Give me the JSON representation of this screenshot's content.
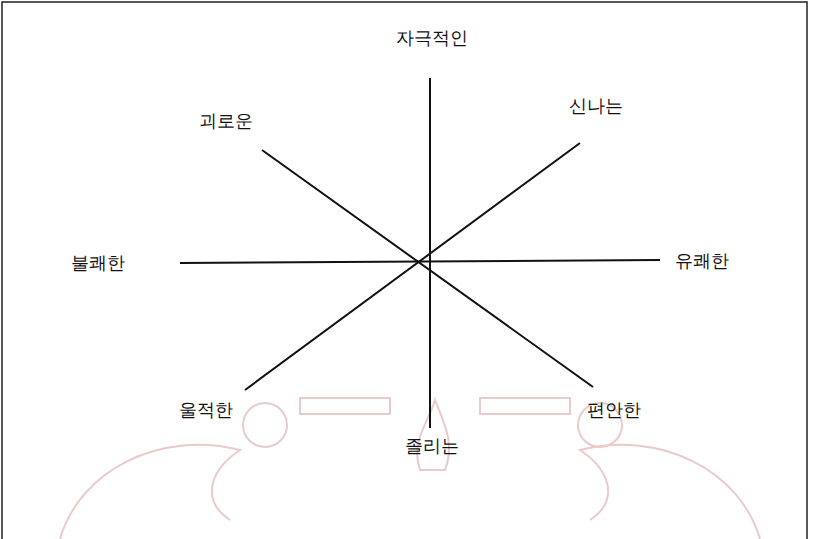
{
  "diagram": {
    "labels": [
      "자극적인",
      "신나는",
      "유쾌한",
      "편안한",
      "졸리는",
      "울적한",
      "불쾌한",
      "괴로운"
    ]
  }
}
